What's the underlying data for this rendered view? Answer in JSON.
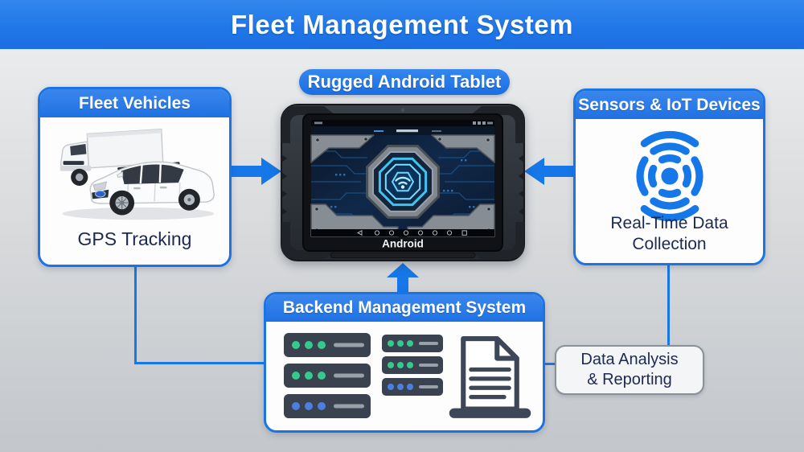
{
  "banner": {
    "title": "Fleet Management System"
  },
  "diagram": {
    "fleet": {
      "title": "Fleet Vehicles",
      "caption": "GPS Tracking"
    },
    "tablet": {
      "label": "Rugged Android Tablet",
      "brand": "Android"
    },
    "sensors": {
      "title": "Sensors & IoT Devices",
      "caption_line1": "Real-Time Data",
      "caption_line2": "Collection"
    },
    "backend": {
      "title": "Backend Management System"
    },
    "analysis": {
      "line1": "Data Analysis",
      "line2": "& Reporting"
    }
  },
  "icons": {
    "fleet": "fleet-vehicles-illustration",
    "sensors": "wireless-sensor-icon",
    "backend_servers": "server-rack-icon",
    "backend_document": "document-icon",
    "tablet": "rugged-tablet-illustration"
  },
  "colors": {
    "accent_blue": "#1677e8",
    "banner_blue": "#2076e7",
    "navy_text": "#1c2a52",
    "neutral_border": "#8a9097",
    "server_green": "#35c98e",
    "server_blue": "#4b7ee0",
    "screen_glow": "#3ec3f2"
  }
}
